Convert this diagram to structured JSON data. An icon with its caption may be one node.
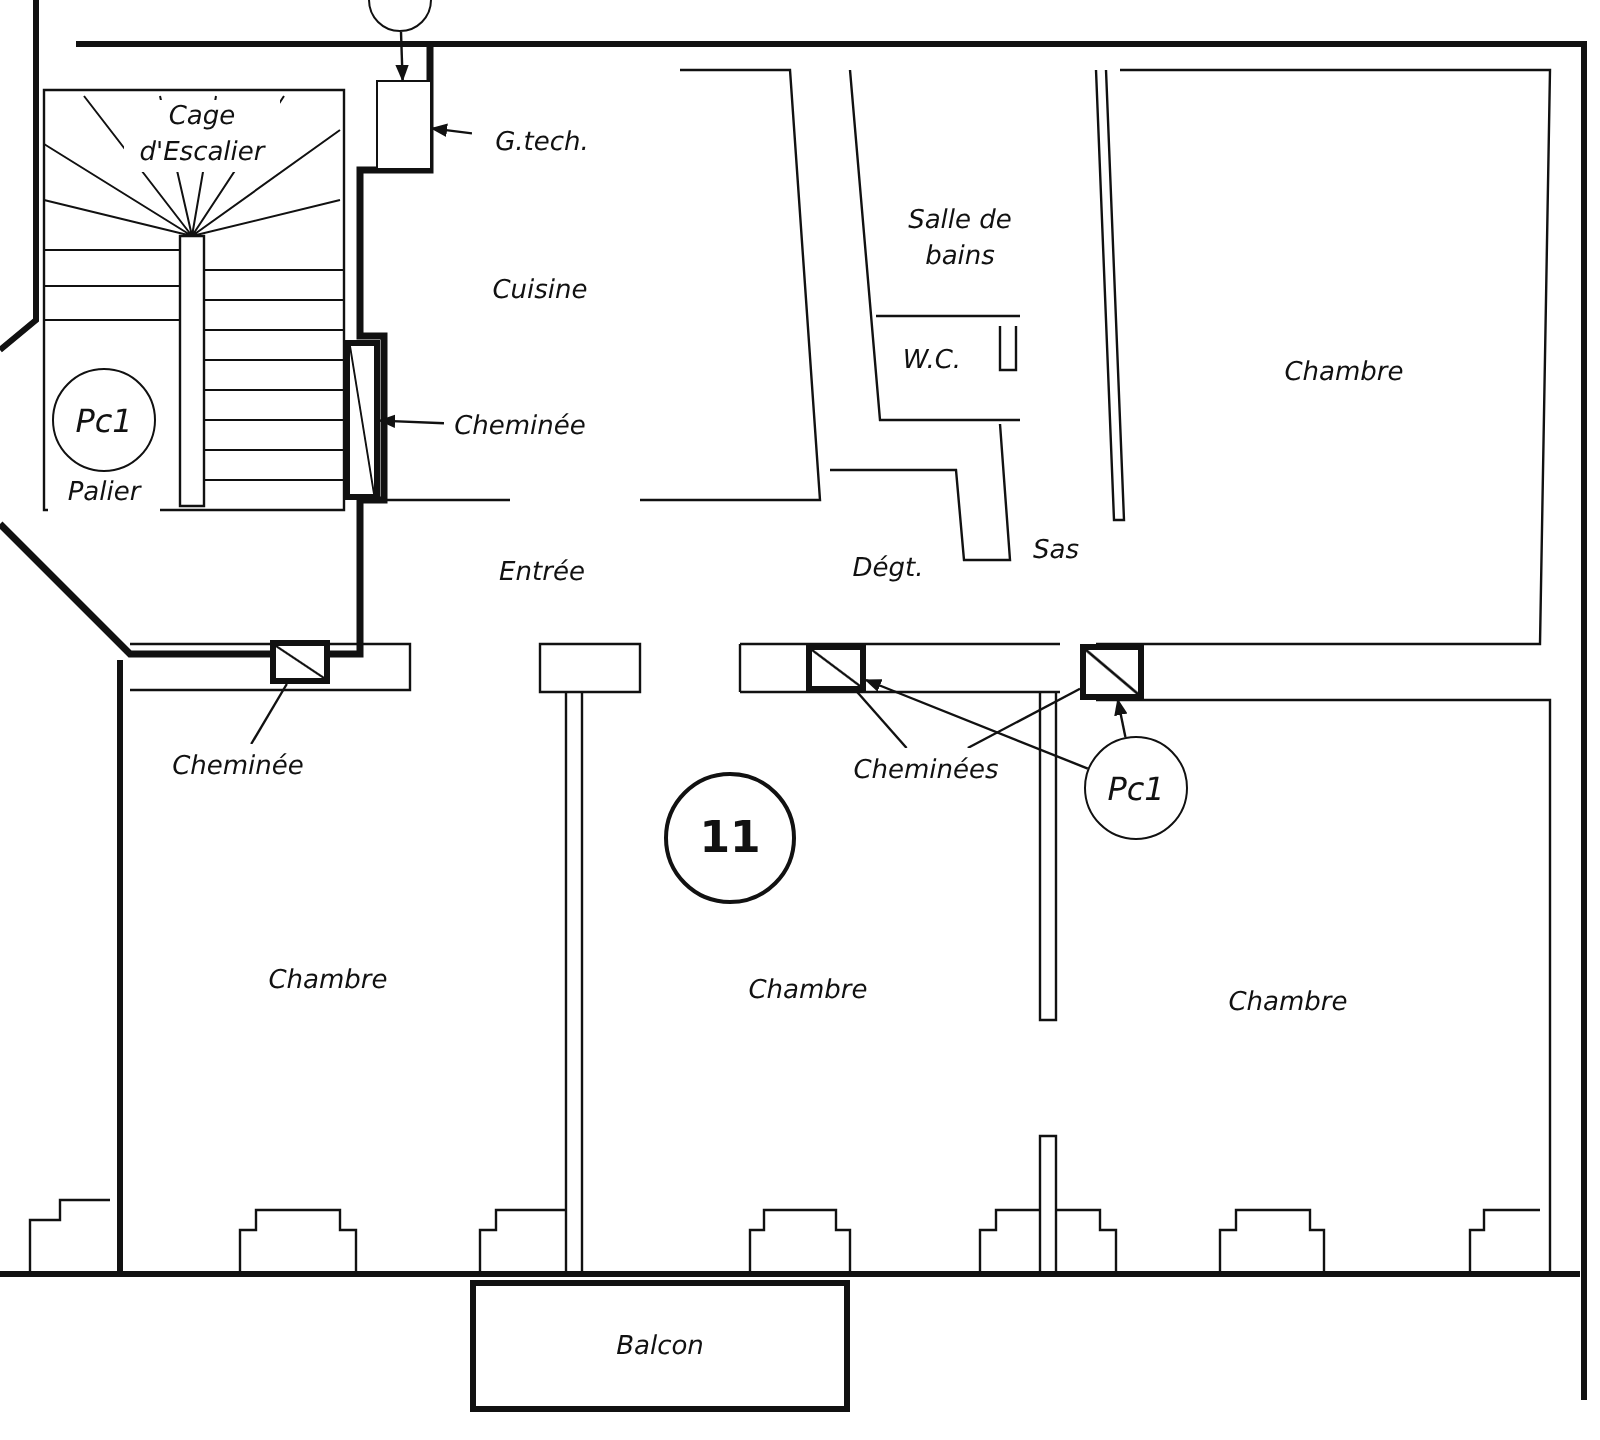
{
  "diagram": {
    "nodes": [
      {
        "text": [],
        "shape": "circle"
      },
      {
        "text": [],
        "shape": "box"
      },
      {
        "text": [
          "G.tech."
        ]
      },
      {
        "text": [
          "Pc1"
        ]
      },
      {
        "text": [
          "Cheminée"
        ]
      },
      {
        "text": [],
        "shape": "box"
      },
      {
        "text": [],
        "shape": "box"
      },
      {
        "text": [],
        "shape": "box"
      },
      {
        "text": [],
        "shape": "box"
      },
      {
        "text": [
          "Cheminée"
        ]
      },
      {
        "text": [
          "Cheminées"
        ]
      },
      {
        "text": [
          "11"
        ]
      },
      {
        "text": [
          "Pc1"
        ]
      },
      {
        "text": [
          "Balcon"
        ]
      }
    ],
    "edges": [
      {
        "from": 0,
        "to": 1,
        "arrow": "to"
      },
      {
        "from": 2,
        "to": 1,
        "arrow": "to"
      },
      {
        "from": 4,
        "to": 5,
        "arrow": "to"
      },
      {
        "from": 9,
        "to": 6,
        "arrow": "none"
      },
      {
        "from": 10,
        "to": 7,
        "arrow": "none"
      },
      {
        "from": 10,
        "to": 8,
        "arrow": "none"
      },
      {
        "from": 12,
        "to": 7,
        "arrow": "to"
      },
      {
        "from": 12,
        "to": 8,
        "arrow": "to"
      }
    ],
    "labels": [
      "Cage d'Escalier",
      "Cuisine",
      "Salle de bains",
      "W.C.",
      "Chambre",
      "Palier",
      "Entrée",
      "Dégt.",
      "Sas",
      "Chambre",
      "Chambre",
      "Chambre"
    ]
  }
}
